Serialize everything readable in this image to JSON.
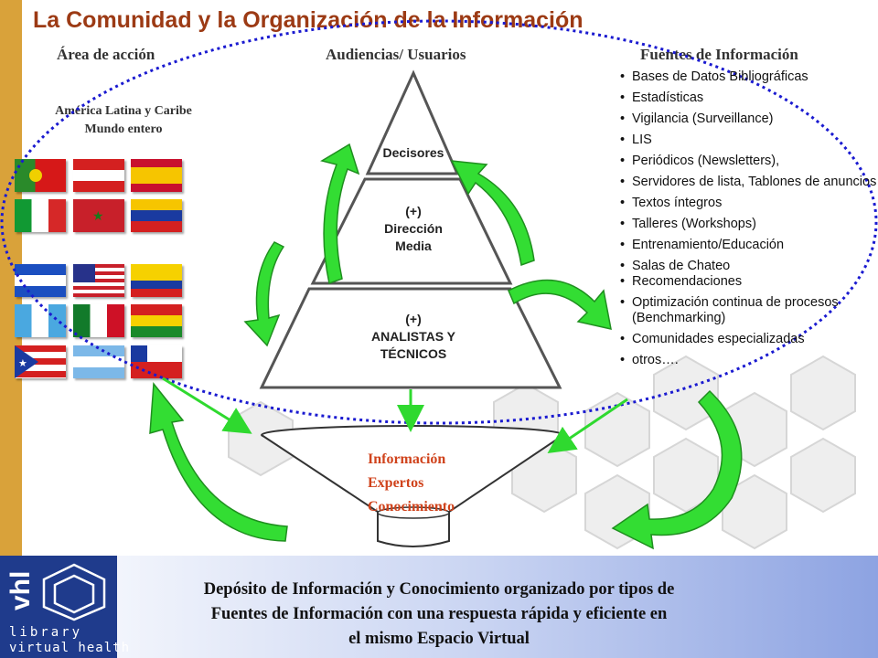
{
  "title": "La Comunidad y la Organización de la  Información",
  "headers": {
    "area": "Área de acción",
    "audiences": "Audiencias/ Usuarios",
    "sources": "Fuentes de Información"
  },
  "region": {
    "line1": "América Latina y Caribe",
    "line2": "Mundo entero"
  },
  "pyramid": {
    "top": "Decisores",
    "middle": [
      "(+)",
      "Dirección",
      "Media"
    ],
    "bottom": [
      "(+)",
      "ANALISTAS Y",
      "TÉCNICOS"
    ]
  },
  "sources": [
    "Bases de Datos Bibliográficas",
    "Estadísticas",
    "Vigilancia (Surveillance)",
    "LIS",
    "Periódicos (Newsletters),",
    "Servidores de lista, Tablones de anuncios",
    "Textos íntegros",
    "Talleres (Workshops)",
    "Entrenamiento/Educación",
    "Salas de Chateo",
    "Recomendaciones",
    "Optimización continua de procesos (Benchmarking)",
    "Comunidades especializadas",
    "otros…."
  ],
  "funnel": [
    "Información",
    "Expertos",
    "Conocimiento"
  ],
  "footer": [
    "Depósito de Información y Conocimiento organizado por tipos de",
    "Fuentes de Información con una respuesta rápida y eficiente en",
    "el mismo Espacio Virtual"
  ],
  "logo": {
    "mark": "vhl",
    "line1": "library",
    "line2": "virtual health"
  },
  "colors": {
    "title": "#9c3a14",
    "arrow": "#2fd92f",
    "funnel_text": "#d0431c",
    "ellipse": "#1a1ad0",
    "left_bar": "#d9a23a"
  }
}
